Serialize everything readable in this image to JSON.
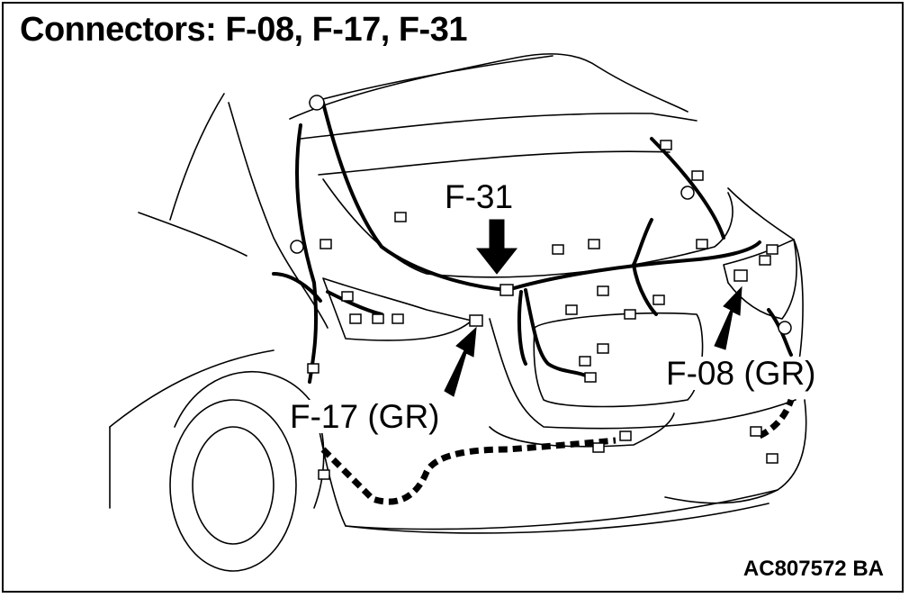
{
  "title": "Connectors: F-08, F-17, F-31",
  "labels": {
    "f31": "F-31",
    "f17": "F-17 (GR)",
    "f08": "F-08 (GR)"
  },
  "figure_code": "AC807572 BA",
  "colors": {
    "ink": "#000000",
    "paper": "#ffffff"
  }
}
